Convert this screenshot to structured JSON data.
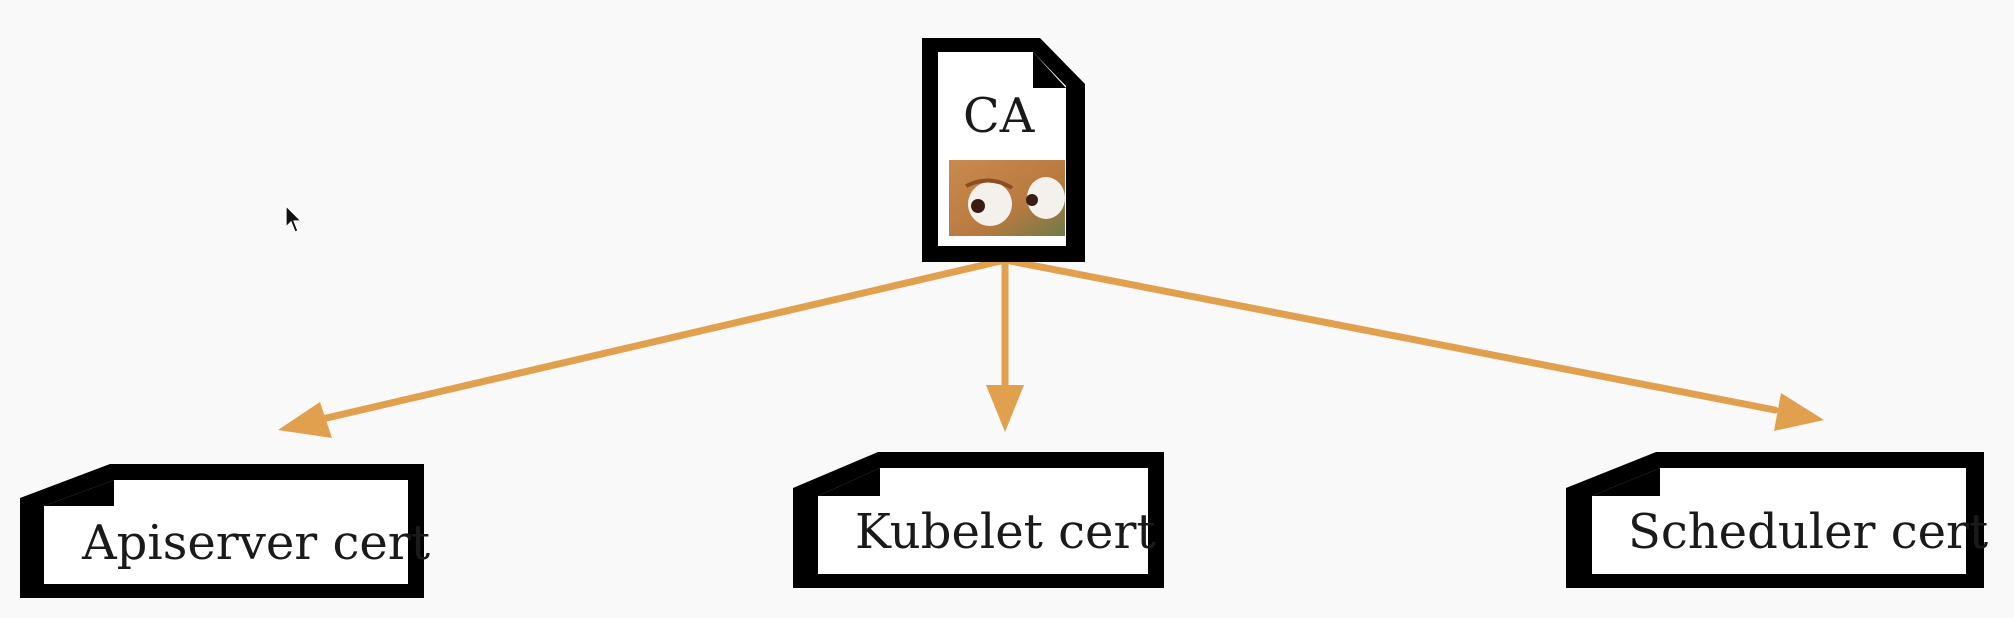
{
  "diagram": {
    "root": {
      "label": "CA",
      "thumbnail": "cartoon-eyes-image"
    },
    "children": [
      {
        "id": "apiserver",
        "label": "Apiserver cert"
      },
      {
        "id": "kubelet",
        "label": "Kubelet cert"
      },
      {
        "id": "scheduler",
        "label": "Scheduler cert"
      }
    ],
    "edges": [
      {
        "from": "CA",
        "to": "Apiserver cert"
      },
      {
        "from": "CA",
        "to": "Kubelet cert"
      },
      {
        "from": "CA",
        "to": "Scheduler cert"
      }
    ]
  },
  "colors": {
    "background": "#f9f9f9",
    "arrow": "#e0a04e",
    "document_border": "#000000",
    "document_fill": "#ffffff",
    "text": "#1a1a1a"
  },
  "cursor": {
    "icon": "mouse-pointer-icon"
  }
}
